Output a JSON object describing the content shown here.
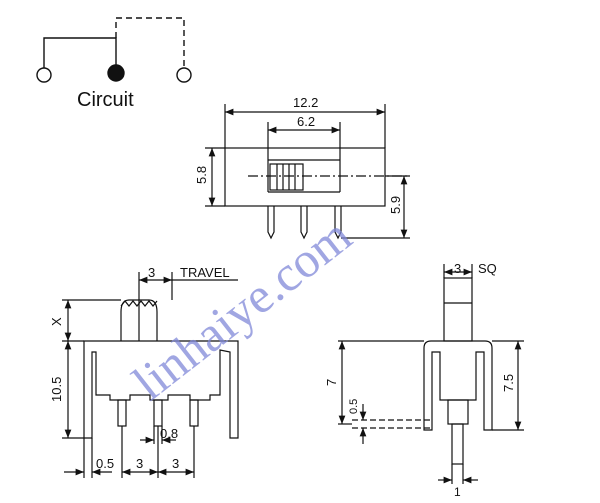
{
  "circuit": {
    "label": "Circuit"
  },
  "top_view": {
    "width_overall": "12.2",
    "width_slot": "6.2",
    "height": "5.8",
    "pin_length": "5.9"
  },
  "side_view": {
    "travel_value": "3",
    "travel_label": "TRAVEL",
    "knob_height": "X",
    "body_height": "10.5",
    "pin_offset": "0.5",
    "pin_pitch_1": "3",
    "pin_pitch_2": "3",
    "pin_width": "0.8"
  },
  "end_view": {
    "knob_size_value": "3",
    "knob_size_unit": "SQ",
    "body_height_inner": "7",
    "body_height_outer": "7.5",
    "pin_thickness": "0.5",
    "pin_width": "1"
  },
  "watermark": {
    "text": "linhaiye.com",
    "color": "#8088d8"
  }
}
